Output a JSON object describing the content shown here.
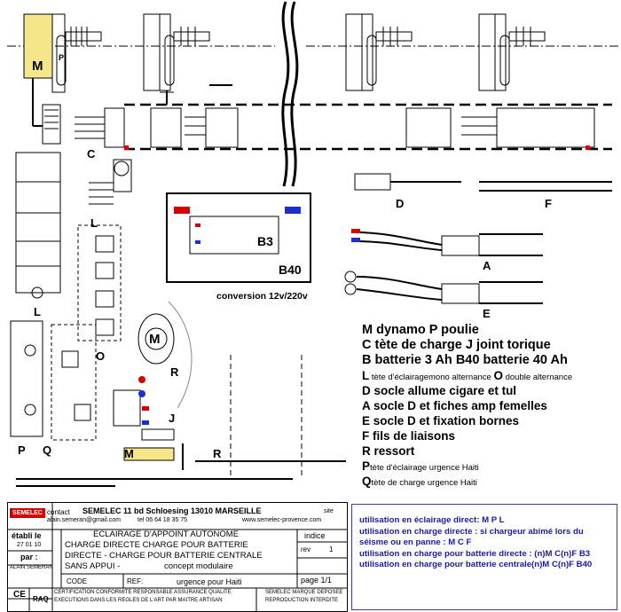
{
  "labels": {
    "M": "M",
    "P": "P",
    "C": "C",
    "L": "L",
    "O": "O",
    "J": "J",
    "R": "R",
    "D": "D",
    "F": "F",
    "A": "A",
    "E": "E",
    "B3": "B3",
    "B40": "B40",
    "P2": "P",
    "Q": "Q",
    "M2": "M",
    "R2": "R",
    "Mmotor": "M"
  },
  "conversion": "conversion 12v/220v",
  "legend": {
    "r1": "M dynamo  P poulie",
    "r2a": "C tète de charge  ",
    "r2b": "J",
    "r2c": " joint torique",
    "r3": "B batterie 3 Ah  B40 batterie 40 Ah",
    "r4a": "L",
    "r4b": " tète d'éclairagemono alternance ",
    "r4c": "O",
    "r4d": " double alternance",
    "r5": "D socle allume cigare et tul",
    "r6": "A socle D et fiches amp femelles",
    "r7": "E socle D et fixation bornes",
    "r8": "F fils de liaisons",
    "r9": "R ressort",
    "r10a": "P",
    "r10b": "tète d'éclairage urgence Haiti",
    "r11a": "Q",
    "r11b": "tète de charge urgence Haiti"
  },
  "notes": [
    "utilisation en éclairage direct: M P L",
    "utilisation en charge directe : si chargeur abimé lors du",
    "séisme ou en panne : M C F",
    "utilisation en charge pour batterie directe : (n)M C(n)F B3",
    "utilisation en charge pour batterie centrale(n)M C(n)F B40"
  ],
  "titleblock": {
    "logo": "SEMELEC",
    "contact_label": "contact",
    "company": "SEMELEC  11 bd Schloesing 13010 MARSEILLE",
    "email": "alain.semeran@gmail.com",
    "tel": "tel 06 64 18 35 75",
    "site_label": "site",
    "site": "www.semelec-provence.com",
    "etabli": "établi le",
    "date": "27 01 10",
    "par": "par :",
    "author": "ALAIN SEMERAN",
    "title1": "ECLAIRAGE D'APPOINT AUTONOME",
    "title2": "CHARGE DIRECTE CHARGE POUR BATTERIE",
    "title3": "DIRECTE - CHARGE POUR BATTERIE CENTRALE",
    "title4a": "SANS APPUI -",
    "title4b": "concept modulaire",
    "indice": "indice",
    "rev": "rev",
    "rev_no": "1",
    "code": "CODE",
    "ref": "REF:",
    "ref_val": "urgence pour Haiti",
    "page": "page 1/1",
    "ce": "CE",
    "raq": "RAQ",
    "cert1": "CERTIFICATION CONFORMITE RESPONSABLE ASSURANCE QUALITE",
    "cert2": "EXECUTIONS DANS LES REGLES DE L'ART PAR MAITRE ARTISAN",
    "mark1": "SEMELEC MARQUE DEPOSEE",
    "mark2": "REPRODUCTION INTERDITE"
  }
}
